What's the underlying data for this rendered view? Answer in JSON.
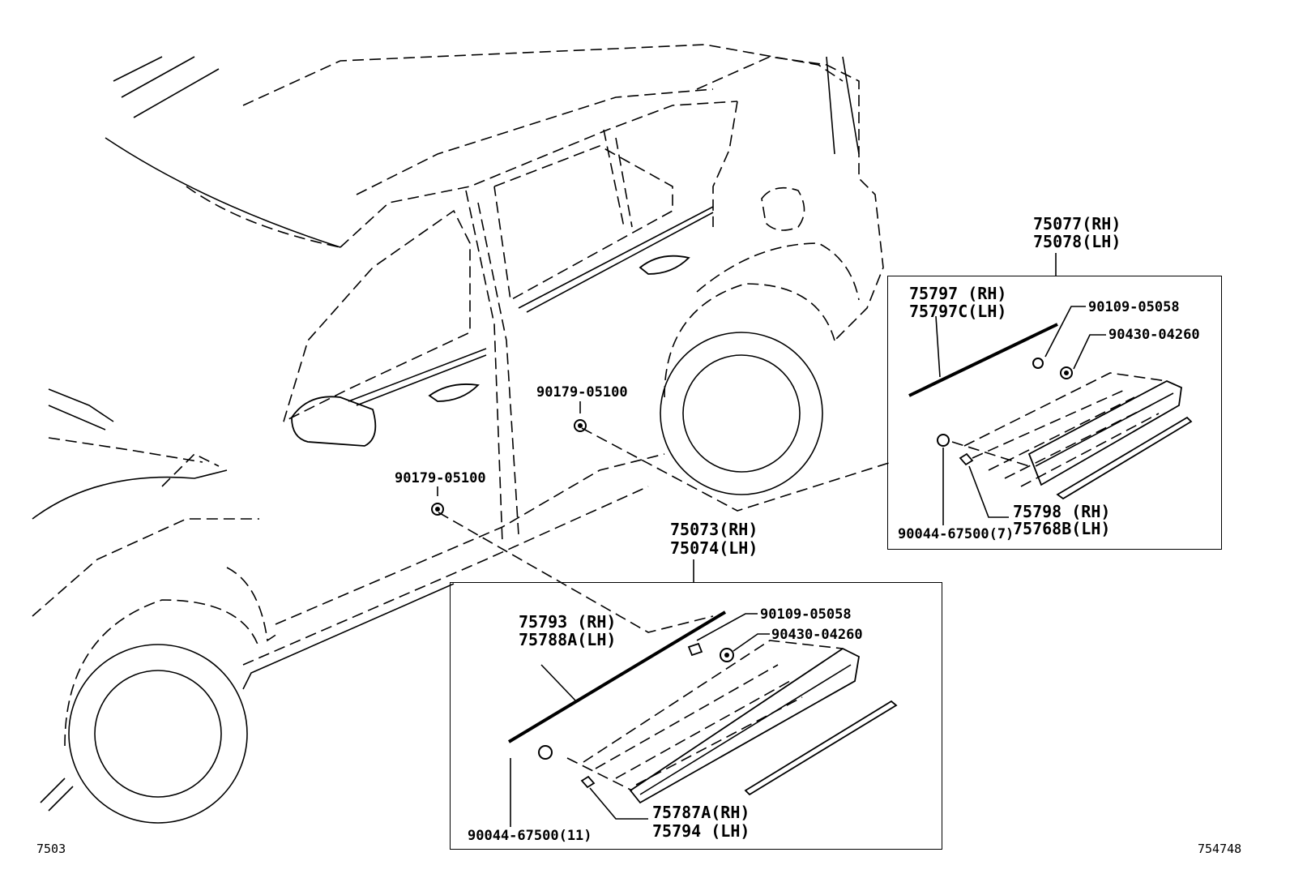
{
  "diagram_id_left": "7503",
  "diagram_id_right": "754748",
  "rear_assembly": {
    "part_rh": "75077(RH)",
    "part_lh": "75078(LH)",
    "parts": {
      "moulding_rh": "75797  (RH)",
      "moulding_lh": "75797C(LH)",
      "clip_a": "90109-05058",
      "clip_b": "90430-04260",
      "clip_c": "90044-67500(7)",
      "tape_rh": "75798  (RH)",
      "tape_lh": "75768B(LH)"
    }
  },
  "front_assembly": {
    "part_rh": "75073(RH)",
    "part_lh": "75074(LH)",
    "parts": {
      "moulding_rh": "75793  (RH)",
      "moulding_lh": "75788A(LH)",
      "clip_a": "90109-05058",
      "clip_b": "90430-04260",
      "clip_c": "90044-67500(11)",
      "tape_rh": "75787A(RH)",
      "tape_lh": "75794  (LH)"
    }
  },
  "door_clip_upper": "90179-05100",
  "door_clip_lower": "90179-05100"
}
